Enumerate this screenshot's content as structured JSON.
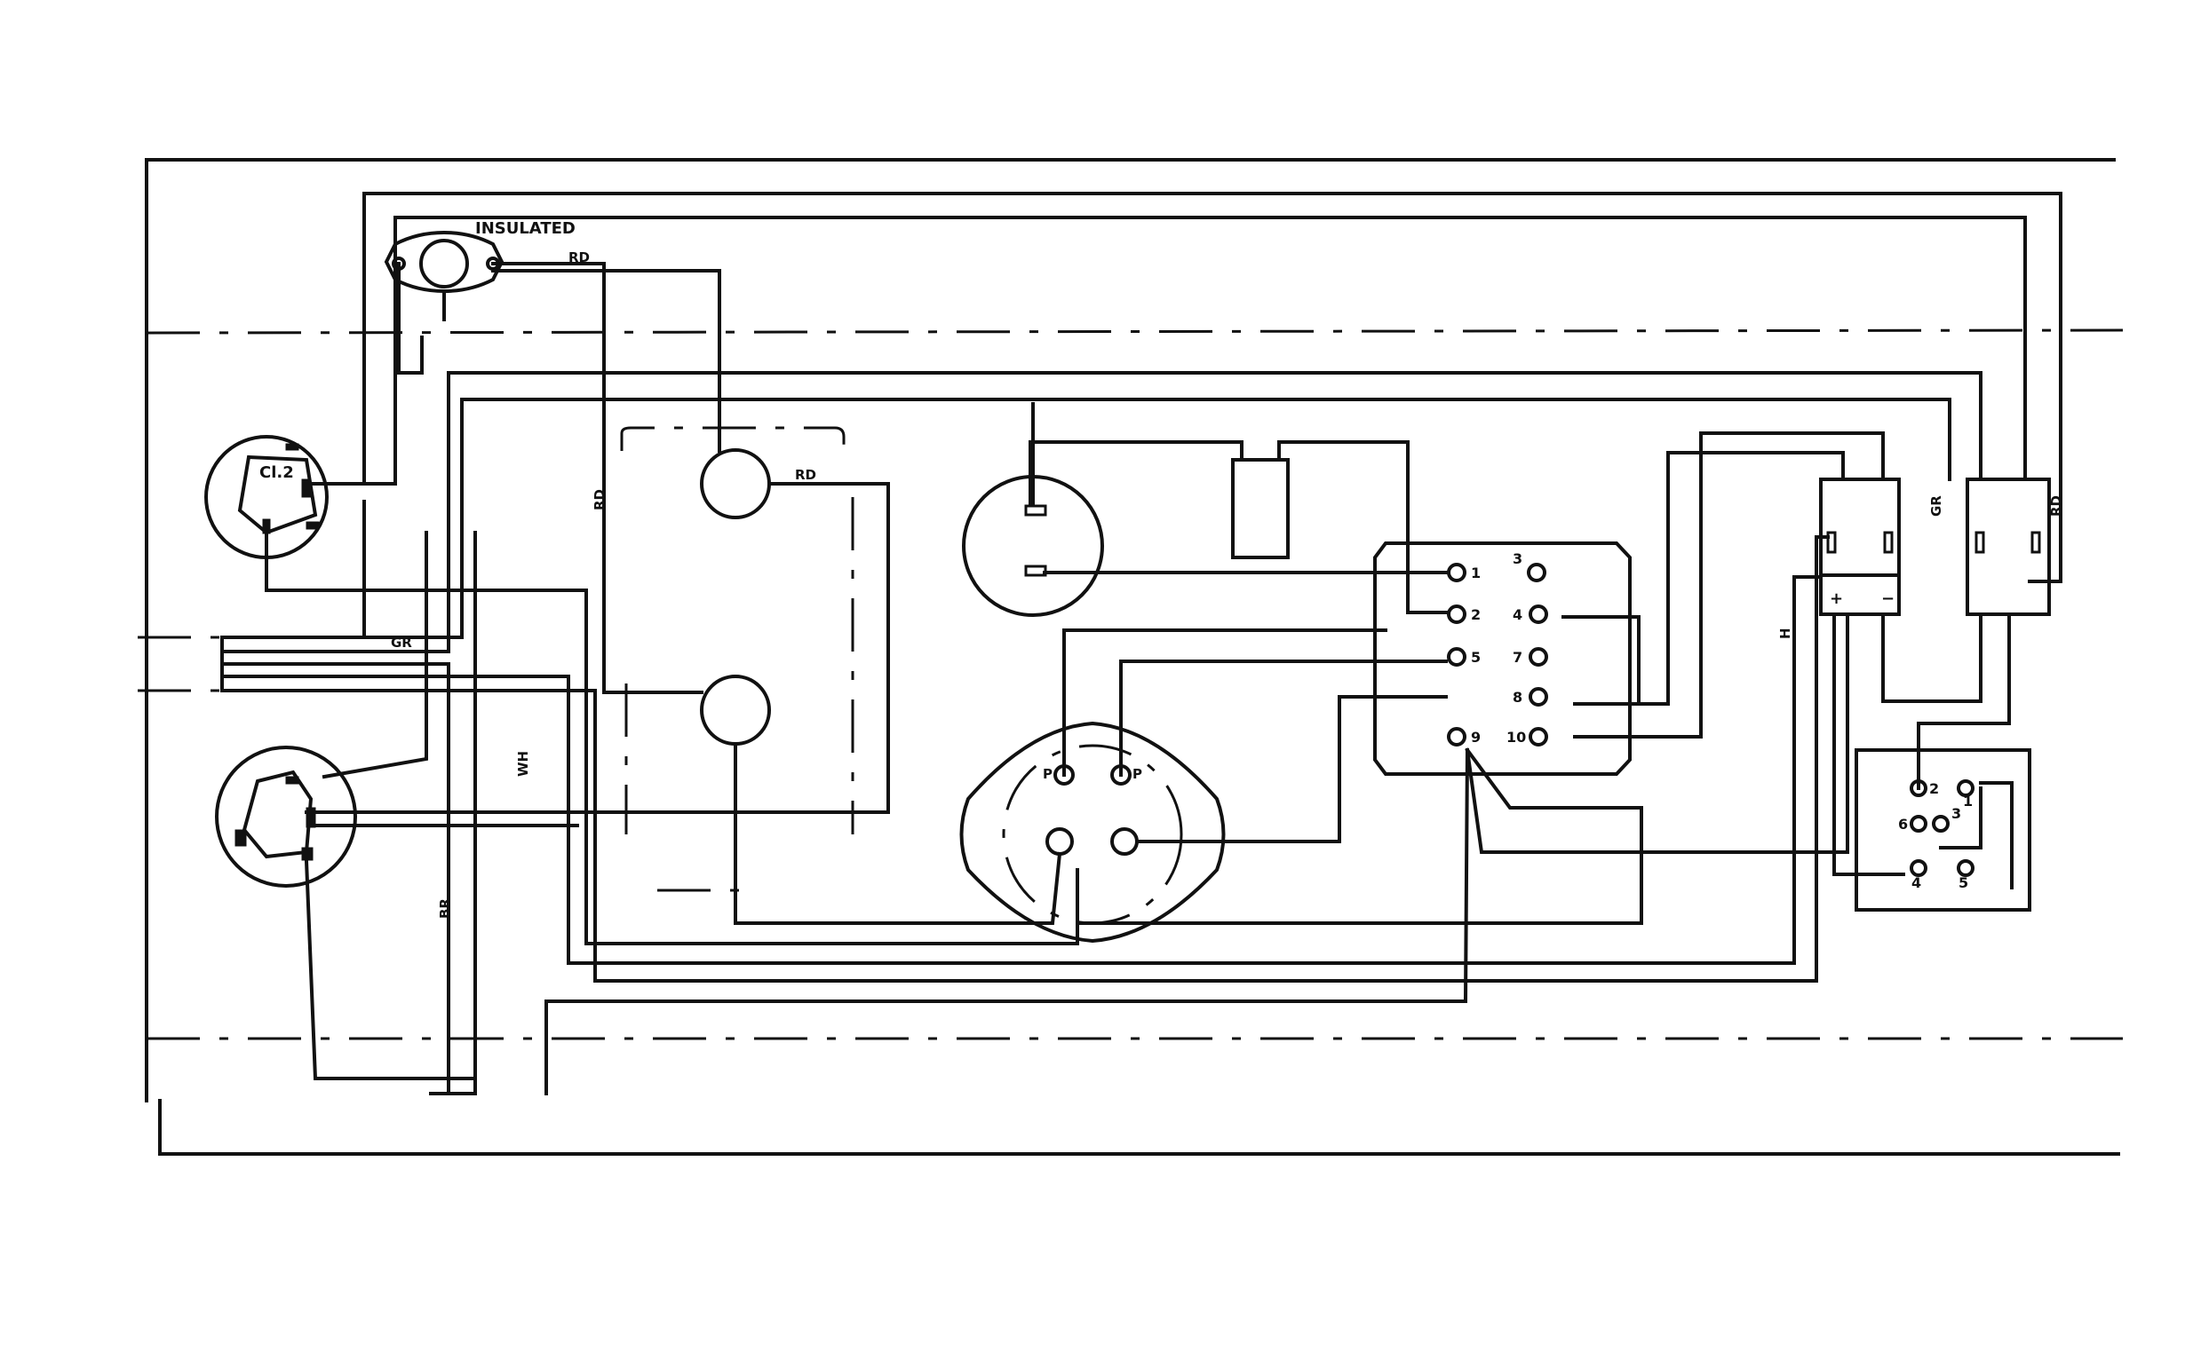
{
  "labels": {
    "insulated": "INSULATED",
    "cl2": "Cl.2",
    "plus": "+",
    "minus": "−"
  },
  "wire_codes": {
    "rd_top": "RD",
    "rd_vertical": "RD",
    "rd_motor": "RD",
    "gr_left": "GR",
    "wh": "WH",
    "br": "BR",
    "h": "H",
    "gr_right": "GR",
    "rd_right": "RD"
  },
  "terminal_block": {
    "pins": [
      "1",
      "2",
      "3",
      "4",
      "5",
      "7",
      "8",
      "9",
      "10"
    ]
  },
  "octal": {
    "pins": [
      "P",
      "P"
    ]
  },
  "selector_switch": {
    "pins": [
      "2",
      "1",
      "6",
      "3",
      "4",
      "5"
    ]
  }
}
